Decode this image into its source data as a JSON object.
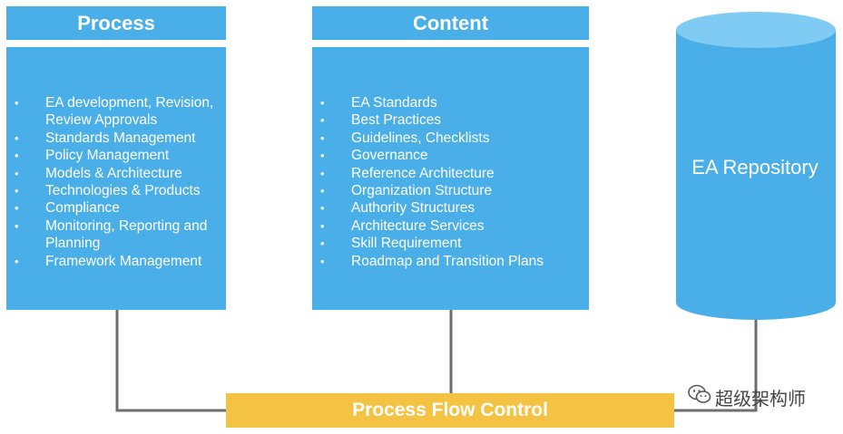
{
  "process": {
    "title": "Process",
    "items": [
      "EA development, Revision, Review Approvals",
      "Standards Management",
      "Policy Management",
      "Models & Architecture",
      "Technologies & Products",
      "Compliance",
      "Monitoring, Reporting and Planning",
      "Framework Management"
    ]
  },
  "content": {
    "title": "Content",
    "items": [
      "EA Standards",
      "Best Practices",
      "Guidelines, Checklists",
      "Governance",
      "Reference Architecture",
      "Organization Structure",
      "Authority Structures",
      "Architecture Services",
      "Skill Requirement",
      "Roadmap and Transition Plans"
    ]
  },
  "repository": {
    "label": "EA Repository"
  },
  "process_flow_control": {
    "label": "Process Flow Control"
  },
  "watermark": {
    "text": "超级架构师",
    "icon": "wechat-icon"
  },
  "colors": {
    "box_blue": "#4AAFE8",
    "cylinder_top": "#7FCBF3",
    "flow_control_yellow": "#F5C343",
    "connector_gray": "#6E6E6E"
  }
}
